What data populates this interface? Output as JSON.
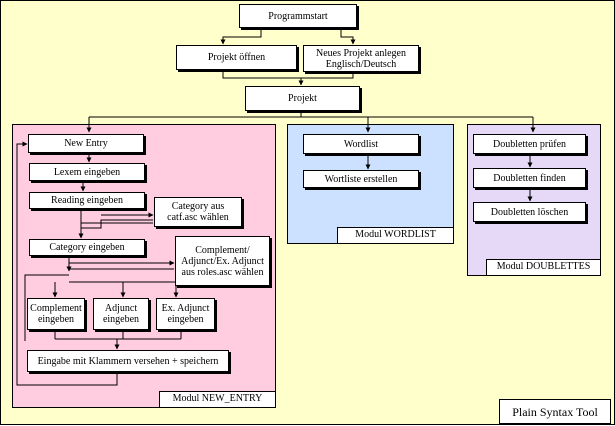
{
  "colors": {
    "background": "#ffffcc",
    "module_new_entry": "#ffcce0",
    "module_wordlist": "#cce0ff",
    "module_doublettes": "#e6d9f7"
  },
  "top": {
    "start": "Programmstart",
    "open": "Projekt öffnen",
    "new_project": "Neues Projekt anlegen\nEnglisch/Deutsch",
    "project": "Projekt"
  },
  "new_entry": {
    "label": "Modul NEW_ENTRY",
    "entry": "New Entry",
    "lexem": "Lexem eingeben",
    "reading": "Reading eingeben",
    "category_choose": "Category aus\ncatf.asc wählen",
    "category": "Category eingeben",
    "complement_choose": "Complement/\nAdjunct/Ex. Adjunct\naus roles.asc wählen",
    "complement": "Complement\neingeben",
    "adjunct": "Adjunct\neingeben",
    "ex_adjunct": "Ex. Adjunct\neingeben",
    "save": "Eingabe mit Klammern versehen + speichern"
  },
  "wordlist": {
    "label": "Modul WORDLIST",
    "wordlist": "Wordlist",
    "create": "Wortliste erstellen"
  },
  "doublettes": {
    "label": "Modul DOUBLETTES",
    "check": "Doubletten prüfen",
    "find": "Doubletten finden",
    "delete": "Doubletten löschen"
  },
  "tool_name": "Plain Syntax Tool"
}
